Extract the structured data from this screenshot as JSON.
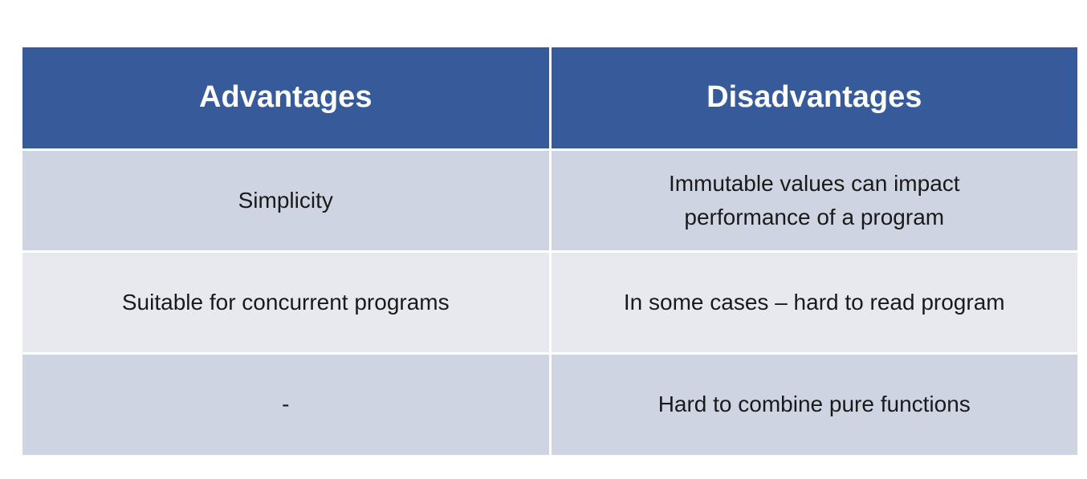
{
  "colors": {
    "header_bg": "#365a9a",
    "row_odd_bg": "#cfd4e2",
    "row_even_bg": "#e8e9ef"
  },
  "table": {
    "headers": {
      "advantages": "Advantages",
      "disadvantages": "Disadvantages"
    },
    "rows": [
      {
        "advantage": "Simplicity",
        "disadvantage": "Immutable values can impact performance of a program"
      },
      {
        "advantage": "Suitable for concurrent programs",
        "disadvantage": "In some cases – hard to read program"
      },
      {
        "advantage": "-",
        "disadvantage": "Hard to combine pure functions"
      }
    ]
  }
}
